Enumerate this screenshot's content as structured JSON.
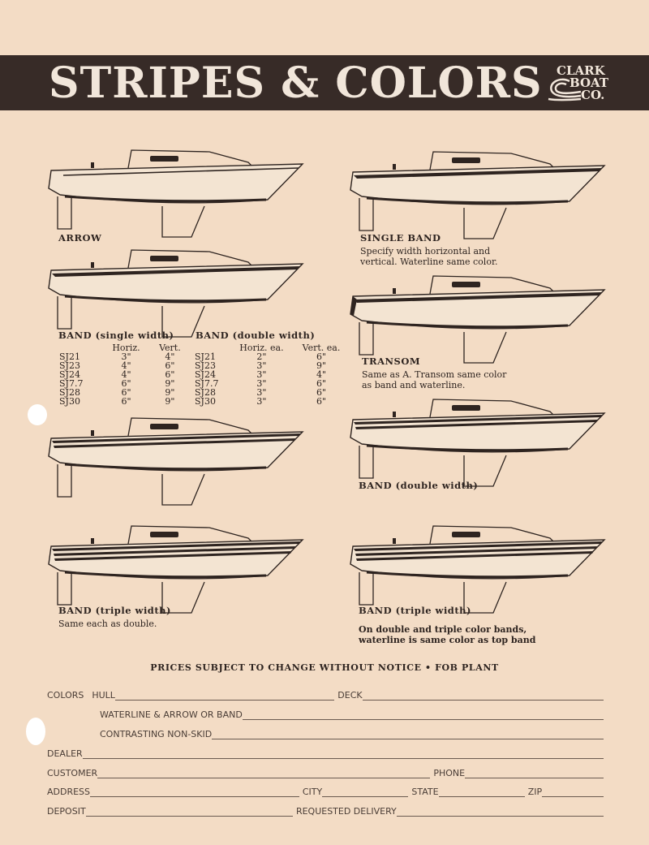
{
  "header": {
    "title": "STRIPES & COLORS",
    "logo": [
      "CLARK",
      "BOAT",
      "CO."
    ]
  },
  "boats": {
    "arrow": {
      "label": "ARROW"
    },
    "single_band": {
      "label": "SINGLE BAND",
      "note": [
        "Specify width horizontal and",
        "vertical. Waterline same color."
      ]
    },
    "band_single": {
      "label": "BAND (single width)"
    },
    "band_double_table": {
      "label": "BAND (double width)"
    },
    "transom": {
      "label": "TRANSOM",
      "note": [
        "Same as A. Transom same color",
        "as band and waterline."
      ]
    },
    "band_double": {
      "label": "BAND (double width)"
    },
    "band_triple_left": {
      "label": "BAND (triple width)",
      "note": "Same each as double."
    },
    "band_triple_right": {
      "label": "BAND (triple width)",
      "note": [
        "On double and triple color bands,",
        "waterline is same color as top band"
      ]
    }
  },
  "single_table": {
    "headers": [
      "",
      "Horiz.",
      "Vert."
    ],
    "rows": [
      [
        "SJ21",
        "3\"",
        "4\""
      ],
      [
        "SJ23",
        "4\"",
        "6\""
      ],
      [
        "SJ24",
        "4\"",
        "6\""
      ],
      [
        "SJ7.7",
        "6\"",
        "9\""
      ],
      [
        "SJ28",
        "6\"",
        "9\""
      ],
      [
        "SJ30",
        "6\"",
        "9\""
      ]
    ]
  },
  "double_table": {
    "headers": [
      "",
      "Horiz. ea.",
      "Vert. ea."
    ],
    "rows": [
      [
        "SJ21",
        "2\"",
        "6\""
      ],
      [
        "SJ23",
        "3\"",
        "9\""
      ],
      [
        "SJ24",
        "3\"",
        "4\""
      ],
      [
        "SJ7.7",
        "3\"",
        "6\""
      ],
      [
        "SJ28",
        "3\"",
        "6\""
      ],
      [
        "SJ30",
        "3\"",
        "6\""
      ]
    ]
  },
  "notice": "PRICES SUBJECT TO CHANGE WITHOUT NOTICE • FOB PLANT",
  "form": {
    "colors": "COLORS",
    "hull": "HULL",
    "deck": "DECK",
    "waterline": "WATERLINE & ARROW OR BAND",
    "nonskid": "CONTRASTING NON-SKID",
    "dealer": "DEALER",
    "customer": "CUSTOMER",
    "phone": "PHONE",
    "address": "ADDRESS",
    "city": "CITY",
    "state": "STATE",
    "zip": "ZIP",
    "deposit": "DEPOSIT",
    "delivery": "REQUESTED DELIVERY"
  }
}
